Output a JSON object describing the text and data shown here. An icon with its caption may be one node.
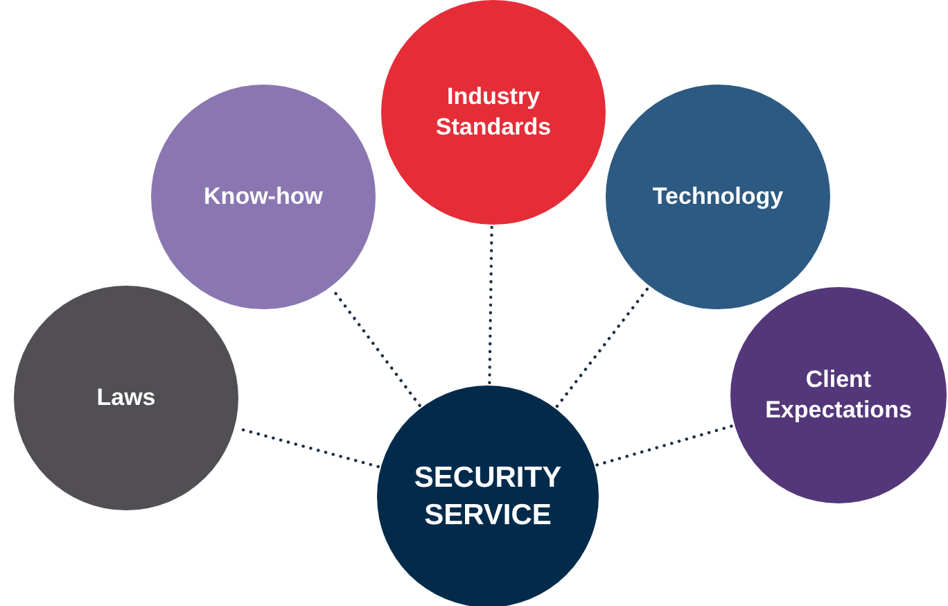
{
  "diagram": {
    "nodes": [
      {
        "text": [
          "Industry Standards"
        ]
      },
      {
        "text": [
          "Know-how"
        ]
      },
      {
        "text": [
          "Technology"
        ]
      },
      {
        "text": [
          "Laws"
        ]
      },
      {
        "text": [
          "Client Expectations"
        ]
      },
      {
        "text": [
          "SECURITY SERVICE"
        ]
      }
    ],
    "edges": [
      {
        "from": 5,
        "to": 3,
        "arrow": "none"
      },
      {
        "from": 5,
        "to": 1,
        "arrow": "none"
      },
      {
        "from": 5,
        "to": 0,
        "arrow": "none"
      },
      {
        "from": 5,
        "to": 2,
        "arrow": "none"
      },
      {
        "from": 5,
        "to": 4,
        "arrow": "none"
      }
    ]
  }
}
